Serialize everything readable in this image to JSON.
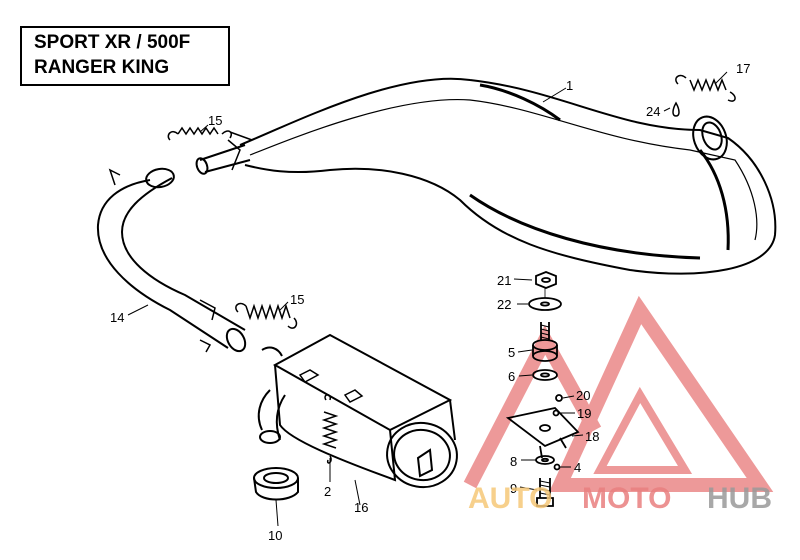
{
  "title": {
    "line1": "SPORT XR / 500F",
    "line2": "RANGER KING"
  },
  "watermark": {
    "text_auto": "AUTO",
    "text_moto": "MOTO",
    "text_hub": "HUB"
  },
  "callouts": {
    "c1": "1",
    "c2": "2",
    "c4": "4",
    "c5": "5",
    "c6": "6",
    "c8": "8",
    "c9": "9",
    "c10": "10",
    "c14": "14",
    "c15a": "15",
    "c15b": "15",
    "c16": "16",
    "c17": "17",
    "c18": "18",
    "c19": "19",
    "c20": "20",
    "c21": "21",
    "c22": "22",
    "c24": "24"
  },
  "colors": {
    "line": "#000000",
    "watermark_red": "#e98080",
    "watermark_orange": "#f6c879",
    "watermark_gray": "#9a9a9a"
  }
}
